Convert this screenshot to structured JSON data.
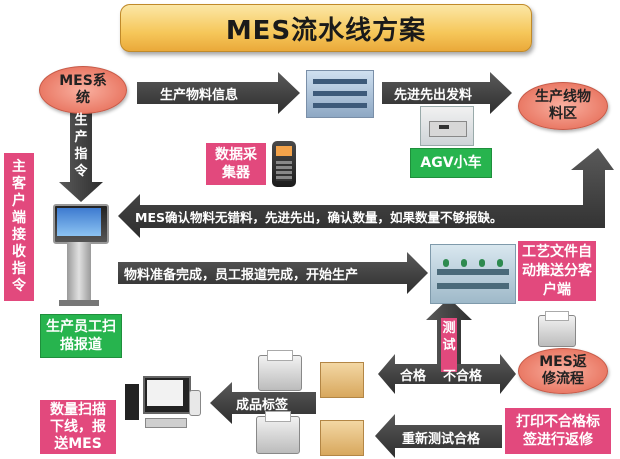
{
  "title": "MES流水线方案",
  "nodes": {
    "mes_system": "MES系统",
    "material_area": "生产线物料区",
    "client_receive": "主客户端接收指令",
    "data_collector": "数据采集器",
    "agv": "AGV小车",
    "worker_scan": "生产员工扫描报道",
    "process_docs": "工艺文件自动推送分客户端",
    "mes_return": "MES返修流程",
    "qty_scan": "数量扫描下线，报送MES",
    "print_fail": "打印不合格标签进行返修"
  },
  "arrows": {
    "material_info": "生产物料信息",
    "fifo_issue": "先进先出发料",
    "production_order": "生产指令",
    "confirm_material": "MES确认物料无错料，先进先出，确认数量，如果数量不够报缺。",
    "ready_start": "物料准备完成，员工报道完成，开始生产",
    "test": "测试",
    "pass": "合格",
    "fail": "不合格",
    "product_label": "成品标签",
    "retest_pass": "重新测试合格"
  },
  "colors": {
    "arrow": "#3b3b3b",
    "green": "#27b44e",
    "pink": "#e2497d",
    "bubble": "#ea7a66",
    "title_bg": "#f6c75a"
  }
}
